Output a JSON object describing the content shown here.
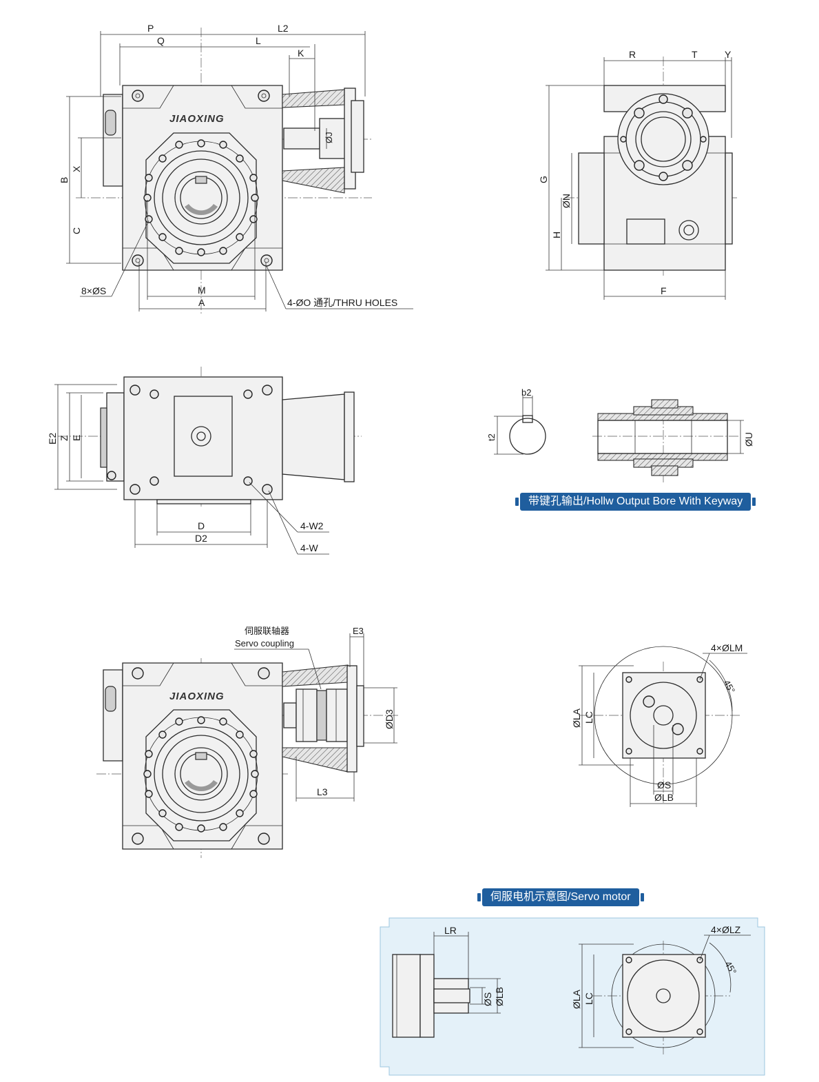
{
  "brand": "JIAOXING",
  "view_top_left": {
    "dims": [
      "P",
      "L2",
      "Q",
      "L",
      "K",
      "ØJ",
      "B",
      "X",
      "C",
      "M",
      "A",
      "8×ØS"
    ],
    "note": "4-ØO 通孔/THRU HOLES"
  },
  "view_top_right": {
    "dims": [
      "R",
      "T",
      "Y",
      "G",
      "ØN",
      "H",
      "F"
    ]
  },
  "view_mid_left": {
    "dims": [
      "E2",
      "Z",
      "E",
      "D",
      "D2",
      "4-W2",
      "4-W"
    ]
  },
  "keyway": {
    "dims": [
      "b2",
      "t2",
      "ØU"
    ],
    "banner": "带键孔输出/Hollw Output Bore With Keyway"
  },
  "view_bottom_left": {
    "coupling_cn": "伺服联轴器",
    "coupling_en": "Servo coupling",
    "dims": [
      "E3",
      "ØD3",
      "L3"
    ]
  },
  "flange_view": {
    "dims": [
      "4×ØLM",
      "45°",
      "ØLA",
      "LC",
      "ØS",
      "ØLB"
    ]
  },
  "servo_motor": {
    "banner": "伺服电机示意图/Servo motor",
    "dims": [
      "LR",
      "ØS",
      "ØLB",
      "4×ØLZ",
      "45°",
      "ØLA",
      "LC"
    ],
    "panel_color": "#e4f1f9"
  }
}
